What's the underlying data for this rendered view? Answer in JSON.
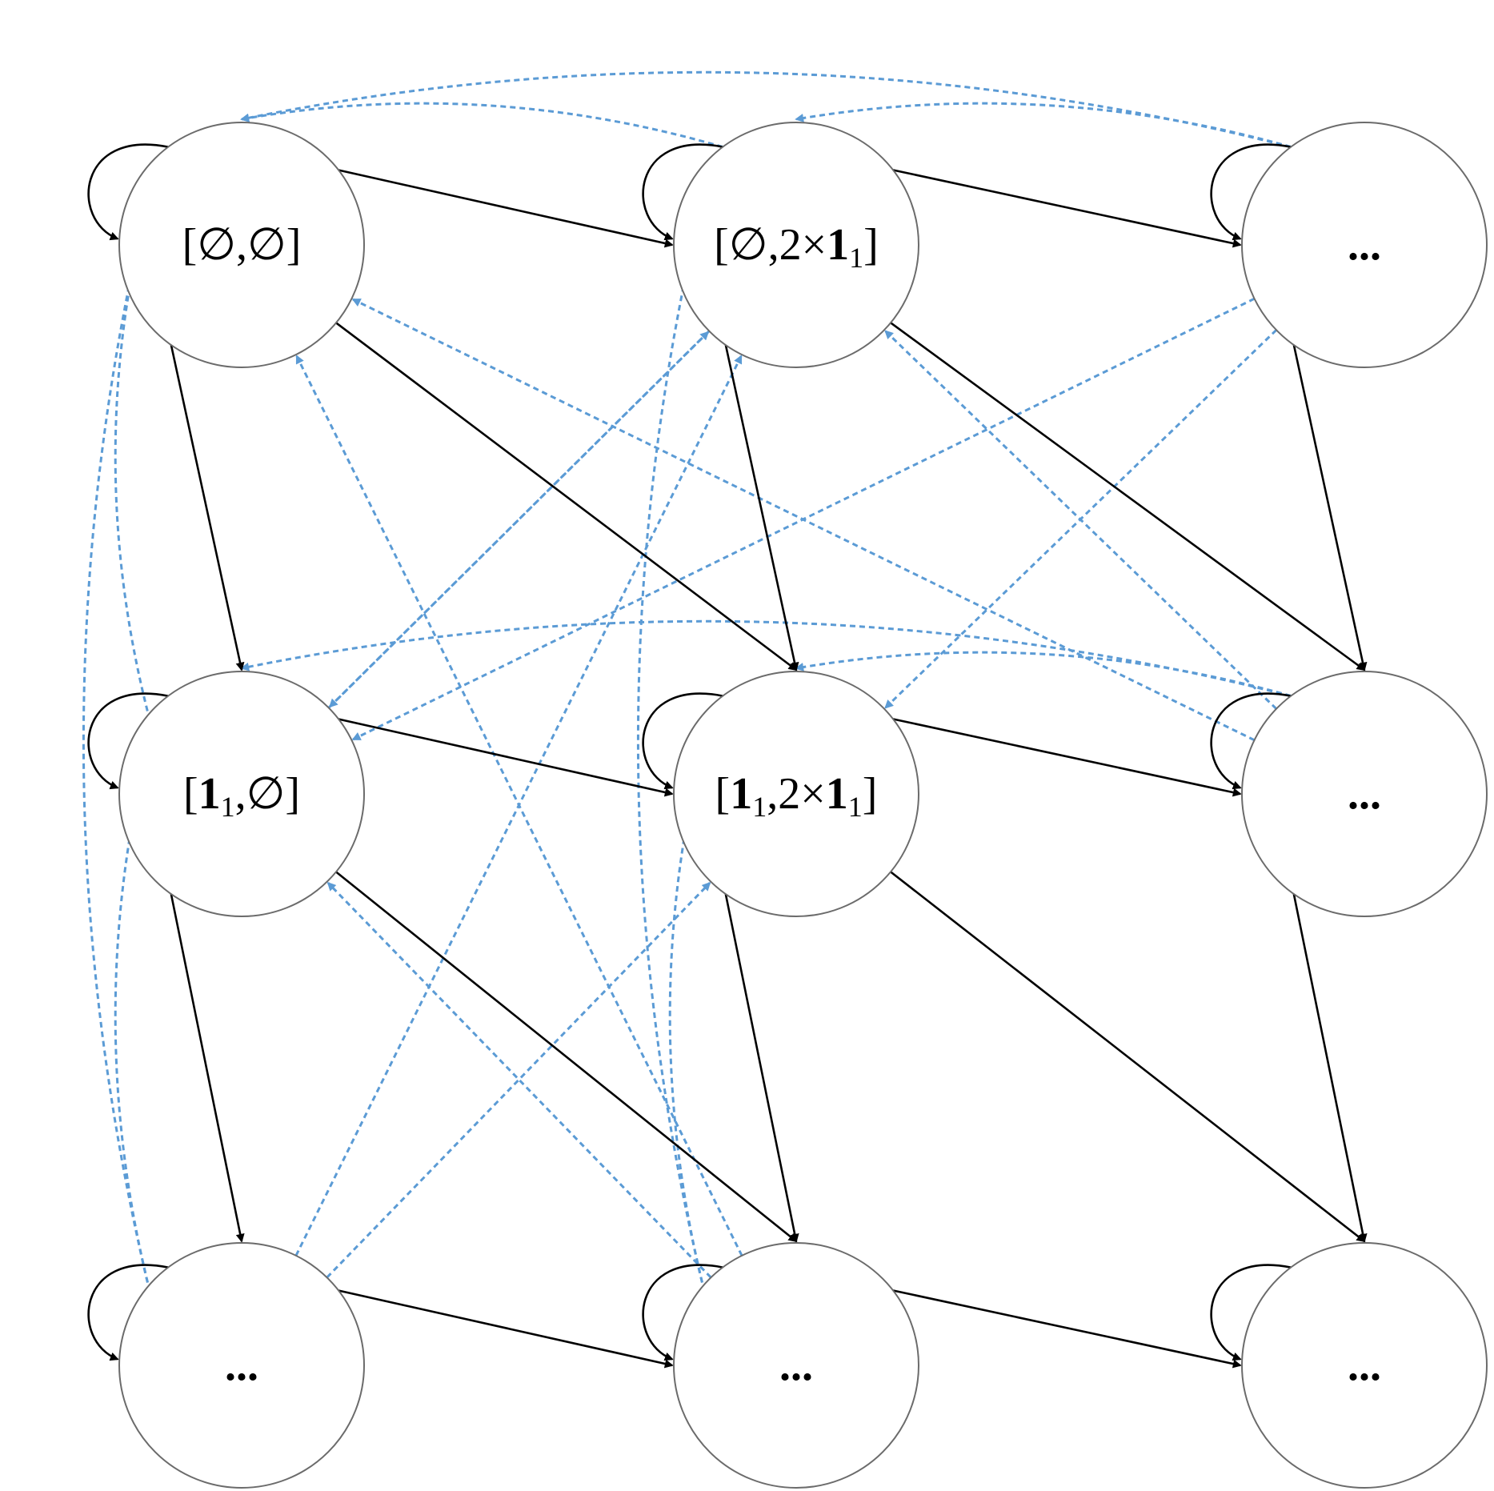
{
  "colors": {
    "node_border": "#6b6b6b",
    "solid_edge": "#000000",
    "dashed_edge": "#5b9bd5"
  },
  "nodes": [
    {
      "id": "n00",
      "row": 0,
      "col": 0,
      "label": [
        {
          "t": "[∅,∅]"
        }
      ]
    },
    {
      "id": "n01",
      "row": 0,
      "col": 1,
      "label": [
        {
          "t": "[∅,2×"
        },
        {
          "t": "1",
          "b": true
        },
        {
          "t": "1",
          "sub": true
        },
        {
          "t": "]"
        }
      ]
    },
    {
      "id": "n02",
      "row": 0,
      "col": 2,
      "label": [
        {
          "t": "...",
          "b": true
        }
      ]
    },
    {
      "id": "n10",
      "row": 1,
      "col": 0,
      "label": [
        {
          "t": "["
        },
        {
          "t": "1",
          "b": true
        },
        {
          "t": "1",
          "sub": true
        },
        {
          "t": ",∅]"
        }
      ]
    },
    {
      "id": "n11",
      "row": 1,
      "col": 1,
      "label": [
        {
          "t": "["
        },
        {
          "t": "1",
          "b": true
        },
        {
          "t": "1",
          "sub": true
        },
        {
          "t": ",2×"
        },
        {
          "t": "1",
          "b": true
        },
        {
          "t": "1",
          "sub": true
        },
        {
          "t": "]"
        }
      ]
    },
    {
      "id": "n12",
      "row": 1,
      "col": 2,
      "label": [
        {
          "t": "...",
          "b": true
        }
      ]
    },
    {
      "id": "n20",
      "row": 2,
      "col": 0,
      "label": [
        {
          "t": "...",
          "b": true
        }
      ]
    },
    {
      "id": "n21",
      "row": 2,
      "col": 1,
      "label": [
        {
          "t": "...",
          "b": true
        }
      ]
    },
    {
      "id": "n22",
      "row": 2,
      "col": 2,
      "label": [
        {
          "t": "...",
          "b": true
        }
      ]
    }
  ],
  "solid_edges": [
    {
      "from": "n00",
      "to": "n00"
    },
    {
      "from": "n01",
      "to": "n01"
    },
    {
      "from": "n02",
      "to": "n02"
    },
    {
      "from": "n10",
      "to": "n10"
    },
    {
      "from": "n11",
      "to": "n11"
    },
    {
      "from": "n12",
      "to": "n12"
    },
    {
      "from": "n20",
      "to": "n20"
    },
    {
      "from": "n21",
      "to": "n21"
    },
    {
      "from": "n22",
      "to": "n22"
    },
    {
      "from": "n00",
      "to": "n01"
    },
    {
      "from": "n01",
      "to": "n02"
    },
    {
      "from": "n10",
      "to": "n11"
    },
    {
      "from": "n11",
      "to": "n12"
    },
    {
      "from": "n20",
      "to": "n21"
    },
    {
      "from": "n21",
      "to": "n22"
    },
    {
      "from": "n00",
      "to": "n10"
    },
    {
      "from": "n10",
      "to": "n20"
    },
    {
      "from": "n01",
      "to": "n11"
    },
    {
      "from": "n11",
      "to": "n21"
    },
    {
      "from": "n02",
      "to": "n12"
    },
    {
      "from": "n12",
      "to": "n22"
    },
    {
      "from": "n00",
      "to": "n11"
    },
    {
      "from": "n01",
      "to": "n12"
    },
    {
      "from": "n10",
      "to": "n21"
    },
    {
      "from": "n11",
      "to": "n22"
    }
  ],
  "dashed_edges": [
    {
      "from": "n01",
      "to": "n00"
    },
    {
      "from": "n02",
      "to": "n00"
    },
    {
      "from": "n02",
      "to": "n01"
    },
    {
      "from": "n10",
      "to": "n00"
    },
    {
      "from": "n20",
      "to": "n00"
    },
    {
      "from": "n20",
      "to": "n10"
    },
    {
      "from": "n12",
      "to": "n00"
    },
    {
      "from": "n12",
      "to": "n01"
    },
    {
      "from": "n01",
      "to": "n10"
    },
    {
      "from": "n02",
      "to": "n10"
    },
    {
      "from": "n10",
      "to": "n01"
    },
    {
      "from": "n02",
      "to": "n11"
    },
    {
      "from": "n12",
      "to": "n11"
    },
    {
      "from": "n12",
      "to": "n10"
    },
    {
      "from": "n21",
      "to": "n00"
    },
    {
      "from": "n21",
      "to": "n10"
    },
    {
      "from": "n20",
      "to": "n01"
    },
    {
      "from": "n20",
      "to": "n11"
    },
    {
      "from": "n21",
      "to": "n01"
    },
    {
      "from": "n21",
      "to": "n11"
    }
  ]
}
